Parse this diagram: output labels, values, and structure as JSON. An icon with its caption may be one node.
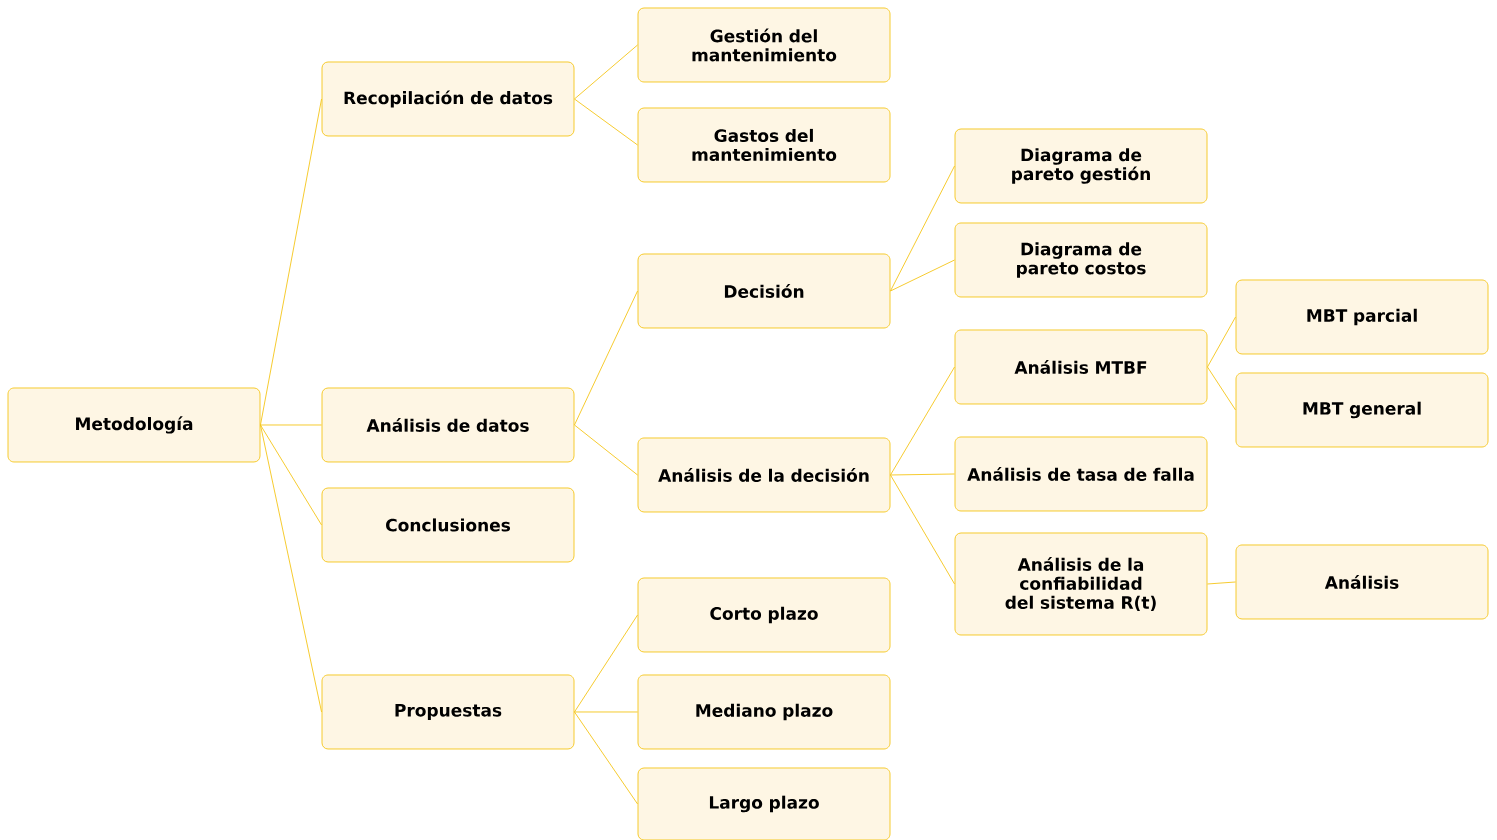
{
  "diagram": {
    "nodes": [
      {
        "text": [
          "Metodología"
        ]
      },
      {
        "text": [
          "Recopilación de datos"
        ]
      },
      {
        "text": [
          "Gestión del mantenimiento"
        ]
      },
      {
        "text": [
          "Gastos del mantenimiento"
        ]
      },
      {
        "text": [
          "Análisis de datos"
        ]
      },
      {
        "text": [
          "Decisión"
        ]
      },
      {
        "text": [
          "Diagrama de pareto gestión"
        ]
      },
      {
        "text": [
          "Diagrama de pareto costos"
        ]
      },
      {
        "text": [
          "Análisis de la decisión"
        ]
      },
      {
        "text": [
          "Análisis MTBF"
        ]
      },
      {
        "text": [
          "MBT parcial"
        ]
      },
      {
        "text": [
          "MBT general"
        ]
      },
      {
        "text": [
          "Análisis de tasa de falla"
        ]
      },
      {
        "text": [
          "Análisis de la confiabilidad del sistema R(t)"
        ]
      },
      {
        "text": [
          "Análisis"
        ]
      },
      {
        "text": [
          "Conclusiones"
        ]
      },
      {
        "text": [
          "Propuestas"
        ]
      },
      {
        "text": [
          "Corto plazo"
        ]
      },
      {
        "text": [
          "Mediano plazo"
        ]
      },
      {
        "text": [
          "Largo plazo"
        ]
      }
    ],
    "edges": [
      {
        "from": 0,
        "to": 1,
        "arrow": "none"
      },
      {
        "from": 1,
        "to": 2,
        "arrow": "none"
      },
      {
        "from": 1,
        "to": 3,
        "arrow": "none"
      },
      {
        "from": 0,
        "to": 4,
        "arrow": "none"
      },
      {
        "from": 4,
        "to": 5,
        "arrow": "none"
      },
      {
        "from": 5,
        "to": 6,
        "arrow": "none"
      },
      {
        "from": 5,
        "to": 7,
        "arrow": "none"
      },
      {
        "from": 4,
        "to": 8,
        "arrow": "none"
      },
      {
        "from": 8,
        "to": 9,
        "arrow": "none"
      },
      {
        "from": 9,
        "to": 10,
        "arrow": "none"
      },
      {
        "from": 9,
        "to": 11,
        "arrow": "none"
      },
      {
        "from": 8,
        "to": 12,
        "arrow": "none"
      },
      {
        "from": 8,
        "to": 13,
        "arrow": "none"
      },
      {
        "from": 13,
        "to": 14,
        "arrow": "none"
      },
      {
        "from": 0,
        "to": 15,
        "arrow": "none"
      },
      {
        "from": 0,
        "to": 16,
        "arrow": "none"
      },
      {
        "from": 16,
        "to": 17,
        "arrow": "none"
      },
      {
        "from": 16,
        "to": 18,
        "arrow": "none"
      },
      {
        "from": 16,
        "to": 19,
        "arrow": "none"
      }
    ]
  }
}
